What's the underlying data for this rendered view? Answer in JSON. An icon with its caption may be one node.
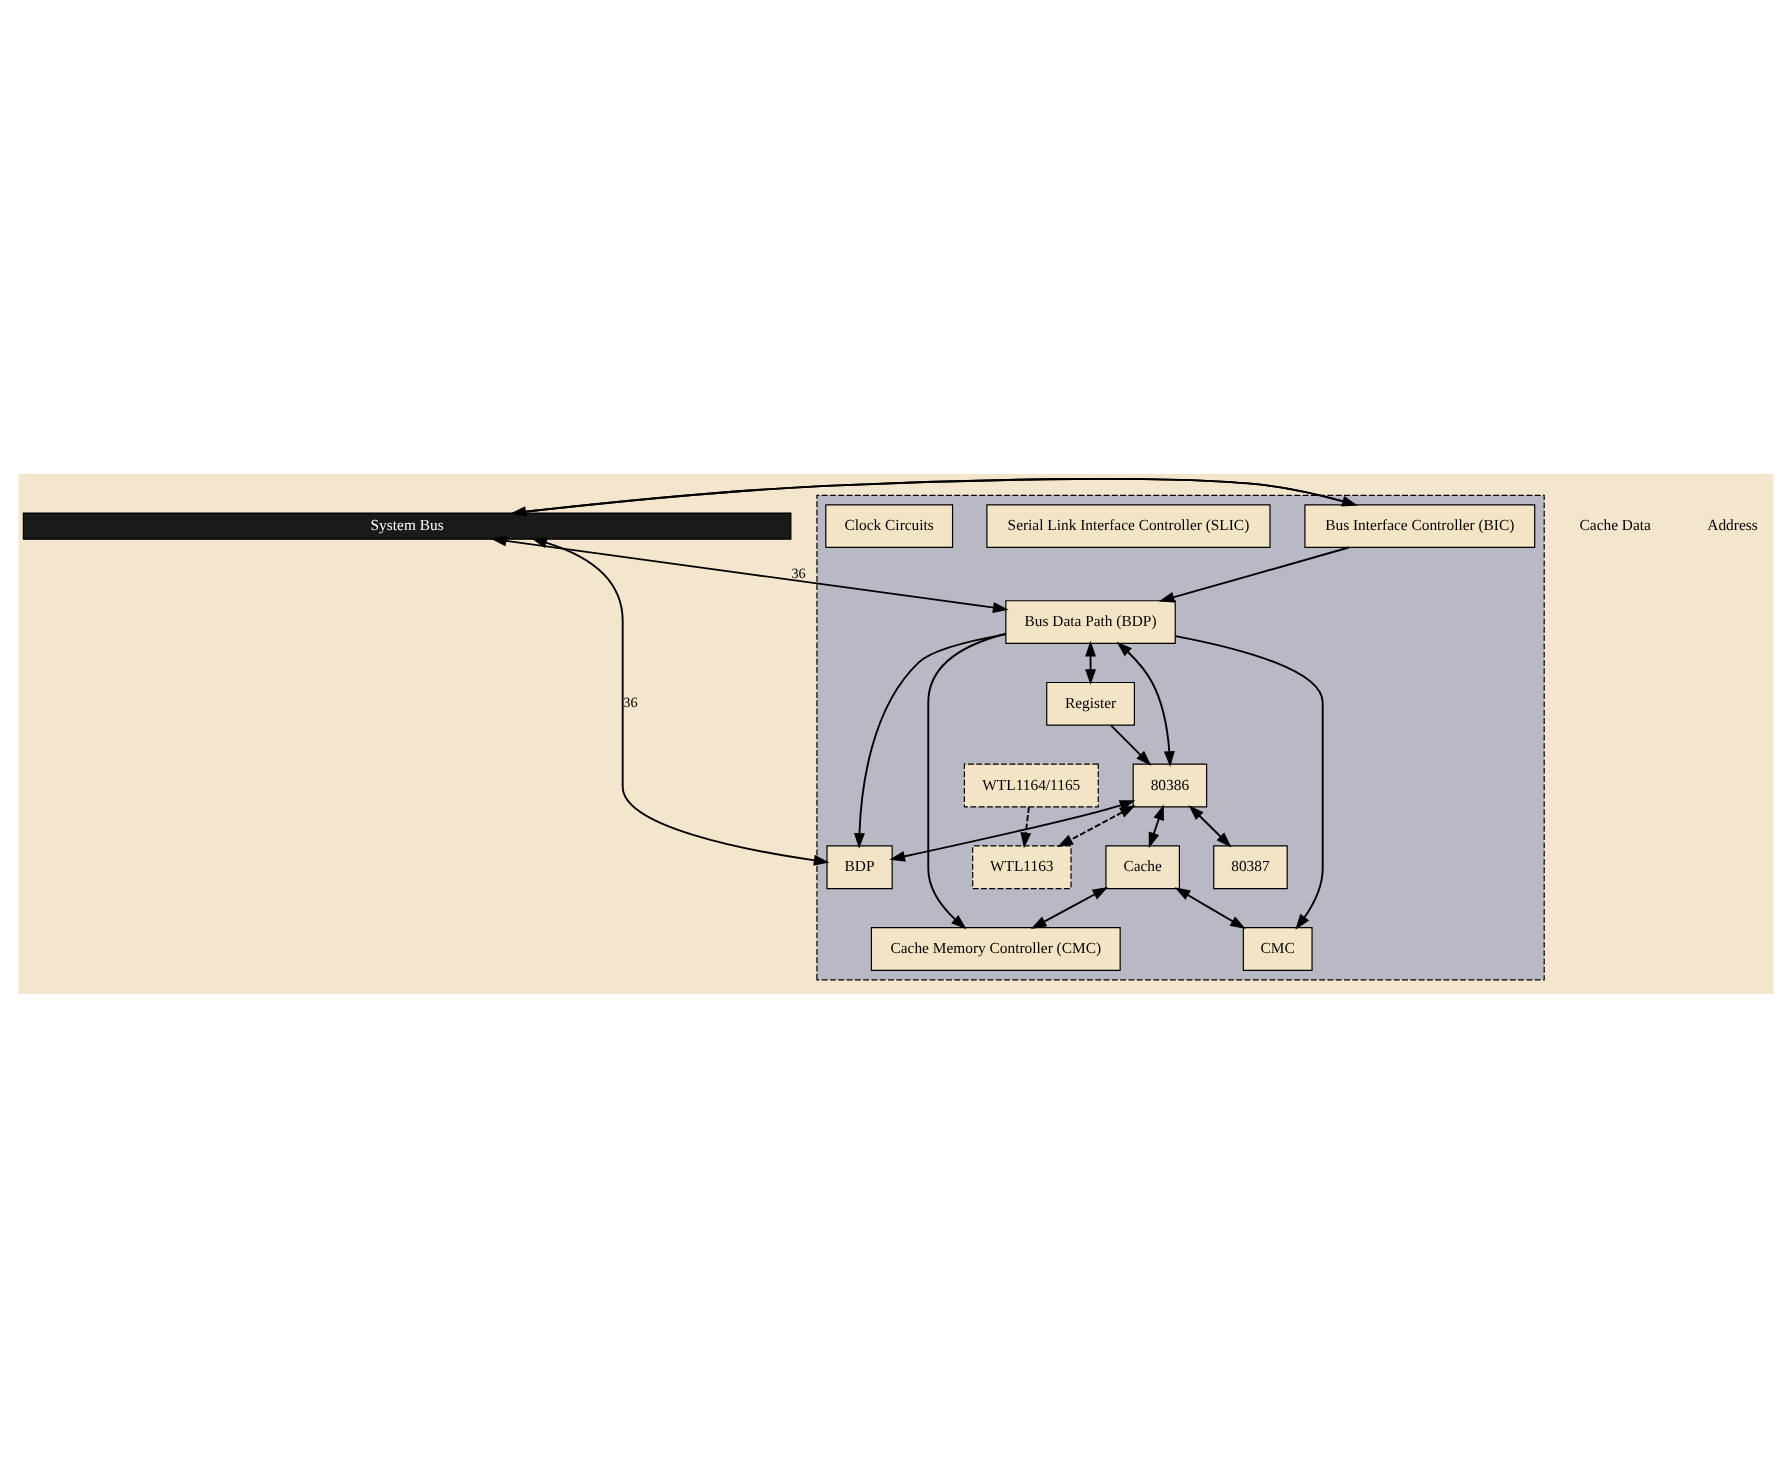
{
  "diagram": {
    "nodes": [
      {
        "text": [
          "System Bus"
        ]
      },
      {
        "text": [],
        "shape": "box"
      },
      {
        "text": [
          "Bus Interface Controller (BIC)"
        ],
        "in": 1
      },
      {
        "text": [
          "Bus Data Path (BDP)"
        ],
        "in": 1
      },
      {
        "text": [
          "BDP"
        ],
        "in": 1
      },
      {
        "text": [
          "Cache Memory Controller (CMC)"
        ],
        "in": 1
      },
      {
        "text": [
          "Cache"
        ],
        "in": 1
      },
      {
        "text": [
          "CMC"
        ],
        "in": 1
      },
      {
        "text": [
          "Serial Link Interface Controller (SLIC)"
        ],
        "in": 1
      },
      {
        "text": [
          "Register"
        ],
        "in": 1
      },
      {
        "text": [
          "Clock Circuits"
        ],
        "in": 1
      },
      {
        "text": [
          "80386"
        ],
        "in": 1
      },
      {
        "text": [
          "WTL1163"
        ],
        "in": 1
      },
      {
        "text": [
          "WTL1164/1165"
        ],
        "in": 1
      },
      {
        "text": [
          "80387"
        ],
        "in": 1
      }
    ],
    "edges": [
      {
        "from": 0,
        "to": 2,
        "arrow": "to"
      },
      {
        "from": 2,
        "to": 0,
        "arrow": "to"
      },
      {
        "from": 0,
        "to": 3,
        "arrow": "both",
        "label": "36"
      },
      {
        "from": 0,
        "to": 4,
        "arrow": "both",
        "label": "36"
      },
      {
        "from": 2,
        "to": 3,
        "arrow": "to"
      },
      {
        "from": 3,
        "to": 4,
        "arrow": "to"
      },
      {
        "from": 6,
        "to": 5,
        "arrow": "both"
      },
      {
        "from": 3,
        "to": 5,
        "arrow": "to"
      },
      {
        "from": 6,
        "to": 7,
        "arrow": "both"
      },
      {
        "from": 3,
        "to": 7,
        "arrow": "to"
      },
      {
        "from": 3,
        "to": 9,
        "arrow": "both"
      },
      {
        "from": 11,
        "to": 3,
        "arrow": "both"
      },
      {
        "from": 11,
        "to": 4,
        "arrow": "both"
      },
      {
        "from": 11,
        "to": 6,
        "arrow": "both"
      },
      {
        "from": 9,
        "to": 11,
        "arrow": "to"
      },
      {
        "from": 11,
        "to": 14,
        "arrow": "both"
      },
      {
        "from": 11,
        "to": 12,
        "arrow": "both",
        "style": "dashed"
      },
      {
        "from": 13,
        "to": 12,
        "arrow": "to",
        "style": "dashed"
      }
    ],
    "labels": [
      "Cache Data",
      "Address"
    ]
  }
}
